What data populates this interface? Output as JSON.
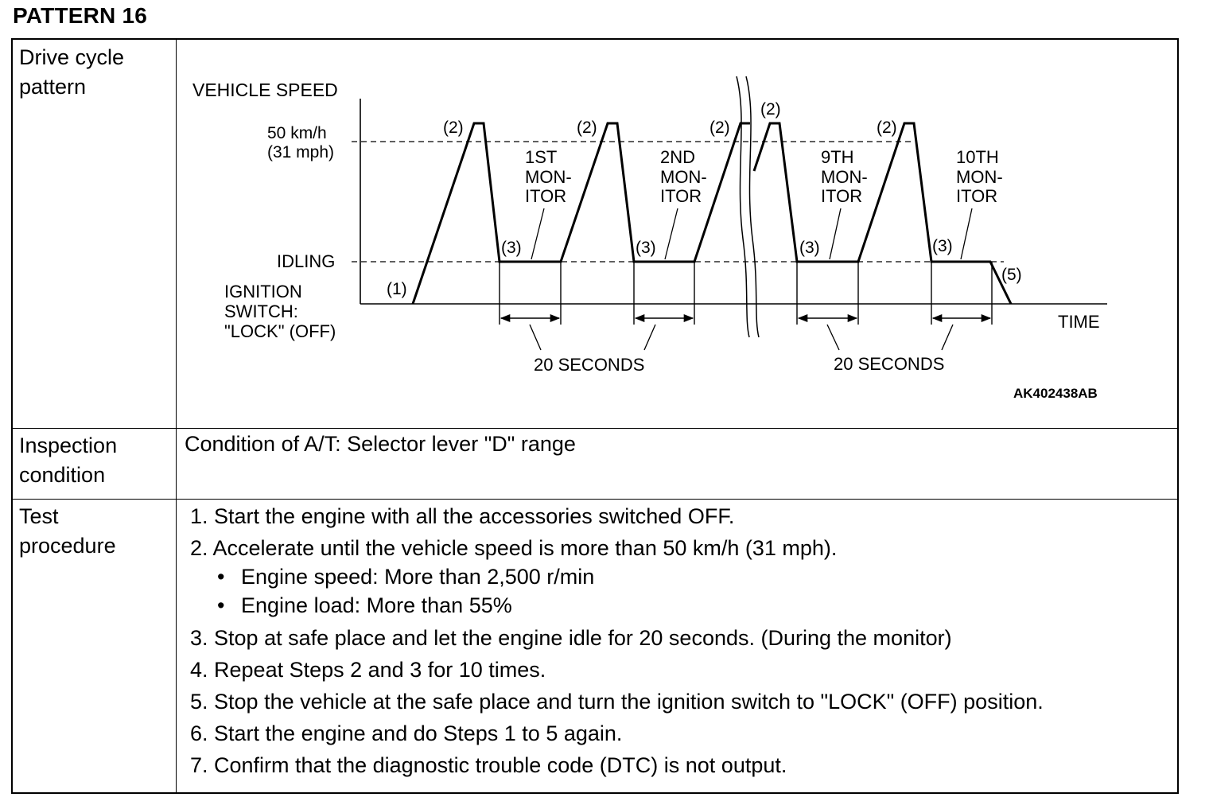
{
  "pattern_title": "PATTERN 16",
  "rows": {
    "drive_cycle": {
      "label_lines": [
        "Drive cycle",
        "pattern"
      ]
    },
    "inspection": {
      "label_lines": [
        "Inspection",
        "condition"
      ],
      "text": "Condition of A/T: Selector lever \"D\" range"
    },
    "test": {
      "label_lines": [
        "Test",
        "procedure"
      ]
    }
  },
  "diagram": {
    "y_axis_label": "VEHICLE SPEED",
    "speed_label_lines": [
      "50 km/h",
      "(31 mph)"
    ],
    "idling_label": "IDLING",
    "ignition_label_lines": [
      "IGNITION",
      "SWITCH:",
      "\"LOCK\" (OFF)"
    ],
    "time_label": "TIME",
    "step_markers": {
      "start": "(1)",
      "accelerate": "(2)",
      "idle": "(3)",
      "stop": "(5)"
    },
    "monitors": [
      {
        "lines": [
          "1ST",
          "MON-",
          "ITOR"
        ]
      },
      {
        "lines": [
          "2ND",
          "MON-",
          "ITOR"
        ]
      },
      {
        "lines": [
          "9TH",
          "MON-",
          "ITOR"
        ]
      },
      {
        "lines": [
          "10TH",
          "MON-",
          "ITOR"
        ]
      }
    ],
    "duration_label": "20 SECONDS",
    "figure_code": "AK402438AB"
  },
  "procedure": {
    "steps": [
      "1. Start the engine with all the accessories switched OFF.",
      "2. Accelerate until the vehicle speed is more than 50 km/h (31 mph).",
      "3. Stop at safe place and let the engine idle for 20 seconds. (During the monitor)",
      "4. Repeat Steps 2 and 3 for 10 times.",
      "5. Stop the vehicle at the safe place and turn the ignition switch to \"LOCK\" (OFF) position.",
      "6. Start the engine and do Steps 1 to 5 again.",
      "7. Confirm that the diagnostic trouble code (DTC) is not output."
    ],
    "sub_items": [
      "Engine speed: More than 2,500 r/min",
      "Engine load: More than 55%"
    ]
  }
}
